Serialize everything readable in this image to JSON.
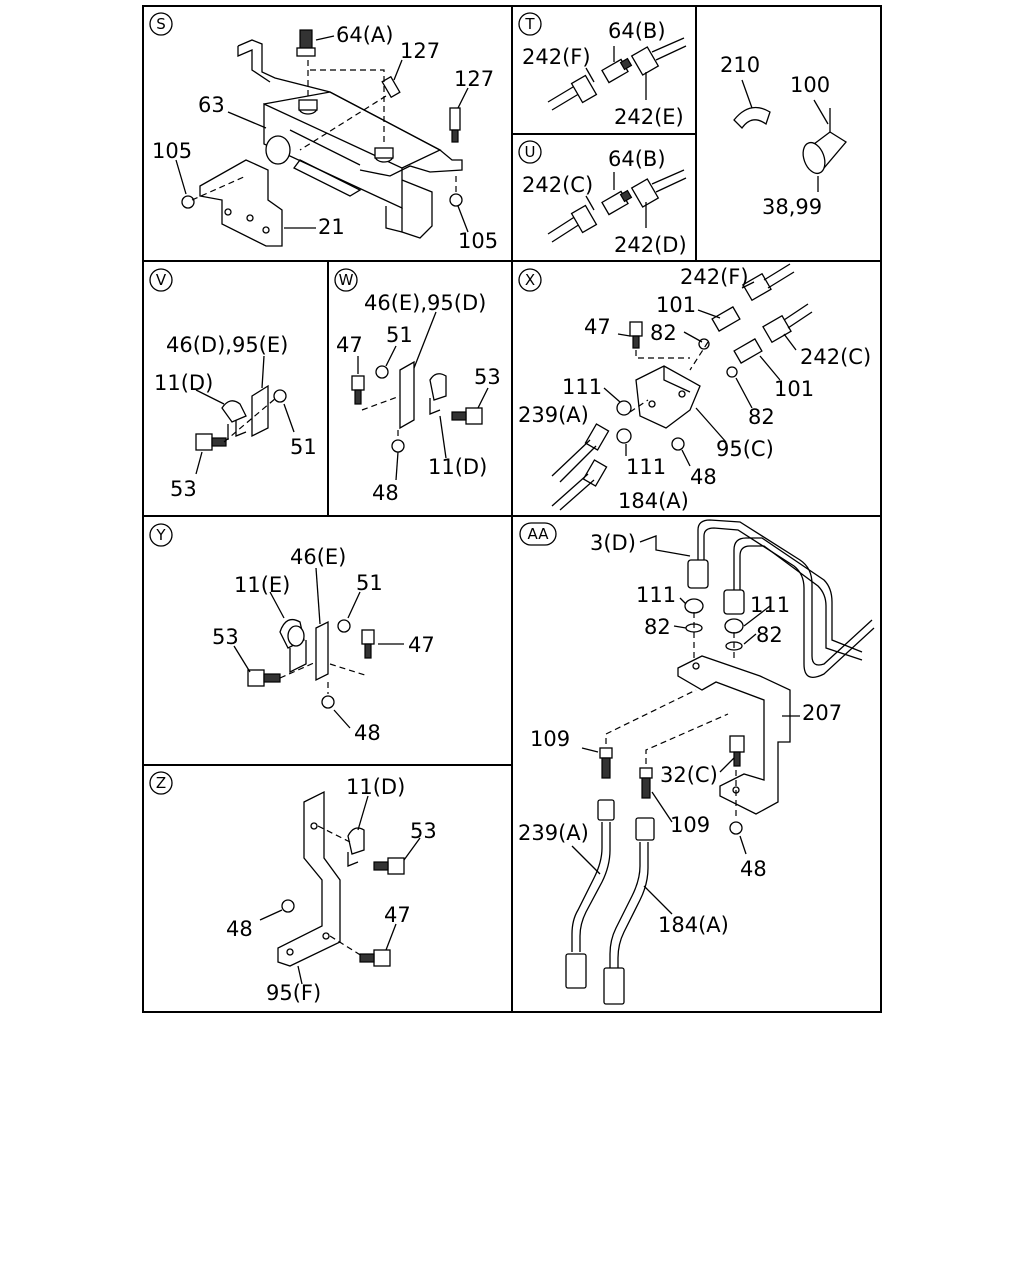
{
  "sections": {
    "S": "S",
    "T": "T",
    "U": "U",
    "V": "V",
    "W": "W",
    "X": "X",
    "Y": "Y",
    "Z": "Z",
    "AA": "AA"
  },
  "labels": {
    "s_64a": "64(A)",
    "s_127a": "127",
    "s_127b": "127",
    "s_63": "63",
    "s_105a": "105",
    "s_21": "21",
    "s_105b": "105",
    "t_64b": "64(B)",
    "t_242f": "242(F)",
    "t_242e": "242(E)",
    "u_64b": "64(B)",
    "u_242c": "242(C)",
    "u_242d": "242(D)",
    "o_210": "210",
    "o_100": "100",
    "o_3899": "38,99",
    "v_4695": "46(D),95(E)",
    "v_11d": "11(D)",
    "v_51": "51",
    "v_53": "53",
    "w_4695": "46(E),95(D)",
    "w_47": "47",
    "w_51": "51",
    "w_53": "53",
    "w_11d": "11(D)",
    "w_48": "48",
    "x_242f": "242(F)",
    "x_101a": "101",
    "x_47": "47",
    "x_82a": "82",
    "x_242c": "242(C)",
    "x_111a": "111",
    "x_101b": "101",
    "x_239a": "239(A)",
    "x_82b": "82",
    "x_95c": "95(C)",
    "x_111b": "111",
    "x_48": "48",
    "x_184a": "184(A)",
    "y_46e": "46(E)",
    "y_11e": "11(E)",
    "y_51": "51",
    "y_53": "53",
    "y_47": "47",
    "y_48": "48",
    "z_11d": "11(D)",
    "z_53": "53",
    "z_48": "48",
    "z_47": "47",
    "z_95f": "95(F)",
    "aa_3d": "3(D)",
    "aa_111a": "111",
    "aa_111b": "111",
    "aa_82a": "82",
    "aa_82b": "82",
    "aa_207": "207",
    "aa_109a": "109",
    "aa_32c": "32(C)",
    "aa_109b": "109",
    "aa_239a": "239(A)",
    "aa_48": "48",
    "aa_184a": "184(A)"
  }
}
